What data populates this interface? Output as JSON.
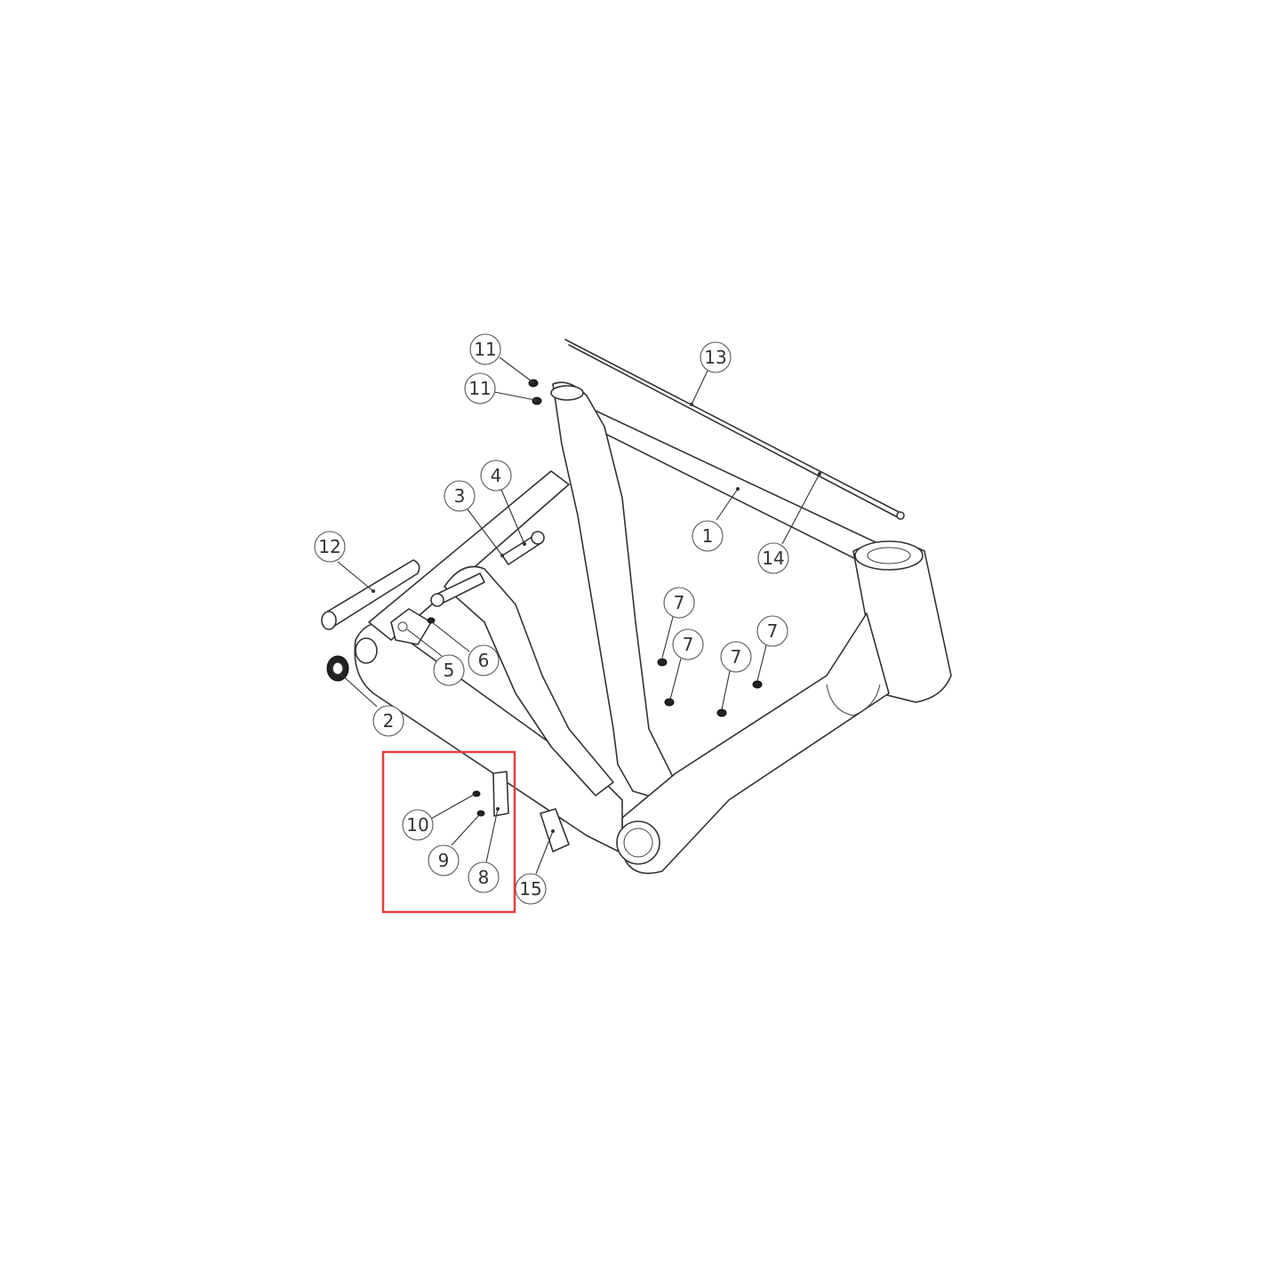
{
  "diagram": {
    "callouts": [
      {
        "id": "c11a",
        "label": "11"
      },
      {
        "id": "c11b",
        "label": "11"
      },
      {
        "id": "c13",
        "label": "13"
      },
      {
        "id": "c4",
        "label": "4"
      },
      {
        "id": "c3",
        "label": "3"
      },
      {
        "id": "c1",
        "label": "1"
      },
      {
        "id": "c14",
        "label": "14"
      },
      {
        "id": "c12",
        "label": "12"
      },
      {
        "id": "c7a",
        "label": "7"
      },
      {
        "id": "c7b",
        "label": "7"
      },
      {
        "id": "c7c",
        "label": "7"
      },
      {
        "id": "c7d",
        "label": "7"
      },
      {
        "id": "c6",
        "label": "6"
      },
      {
        "id": "c5",
        "label": "5"
      },
      {
        "id": "c2",
        "label": "2"
      },
      {
        "id": "c10",
        "label": "10"
      },
      {
        "id": "c9",
        "label": "9"
      },
      {
        "id": "c8",
        "label": "8"
      },
      {
        "id": "c15",
        "label": "15"
      }
    ],
    "highlight_color": "#e0403f"
  }
}
